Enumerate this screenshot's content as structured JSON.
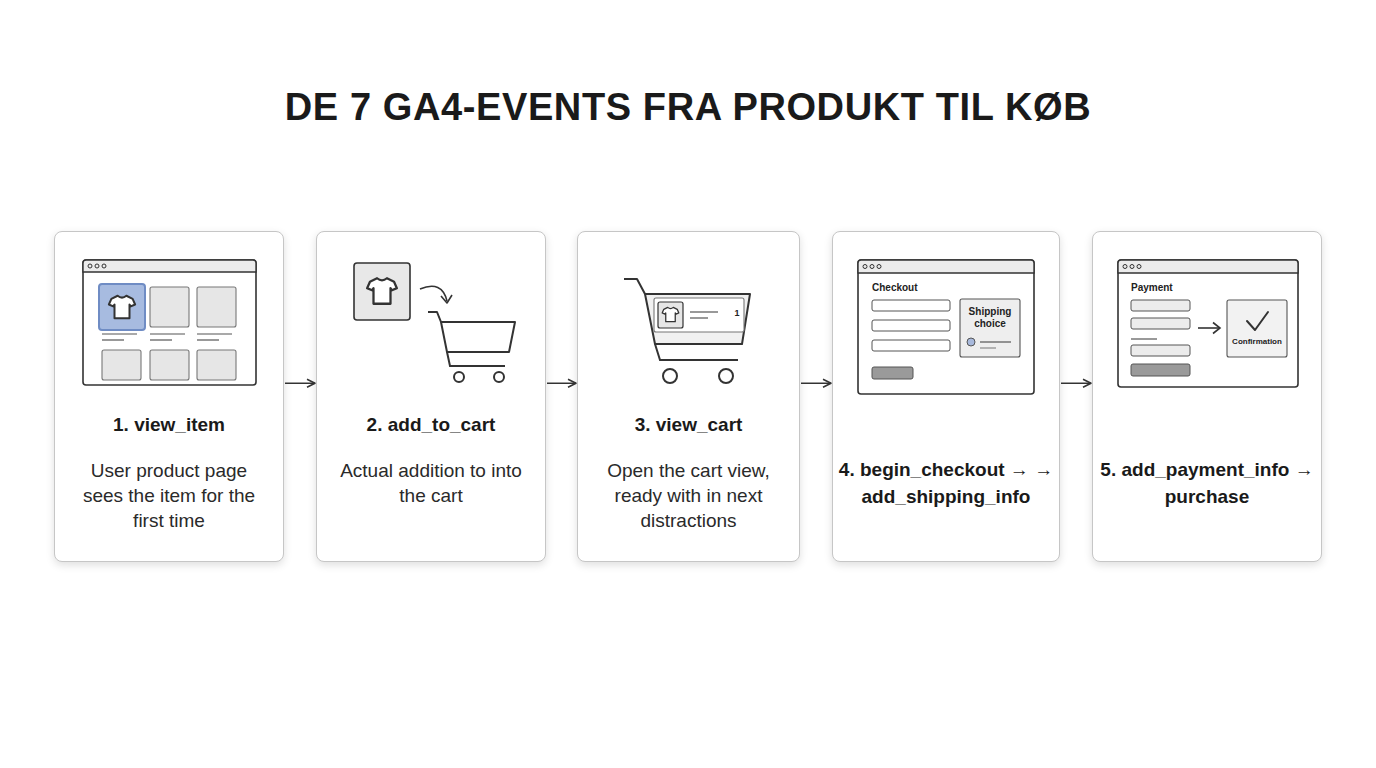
{
  "diagram": {
    "title": "DE 7 GA4-EVENTS FRA PRODUKT TIL KØB",
    "nodes": [
      {
        "text": [
          "1. view_item",
          "User product page sees the item for the first time"
        ]
      },
      {
        "text": [
          "2. add_to_cart",
          "Actual addition to into the cart"
        ]
      },
      {
        "text": [
          "3. view_cart",
          "Open the cart view, ready with in next distractions"
        ]
      },
      {
        "text": [
          "4. begin_checkout → → add_shipping_info"
        ]
      },
      {
        "text": [
          "5. add_payment_info → purchase"
        ]
      }
    ],
    "edges": [
      {
        "from": 0,
        "to": 1,
        "arrow": "to"
      },
      {
        "from": 1,
        "to": 2,
        "arrow": "to"
      },
      {
        "from": 2,
        "to": 3,
        "arrow": "to"
      },
      {
        "from": 3,
        "to": 4,
        "arrow": "to"
      }
    ],
    "labels": [
      "1",
      "Checkout",
      "Shipping choice",
      "Payment",
      "Confirmation"
    ]
  }
}
